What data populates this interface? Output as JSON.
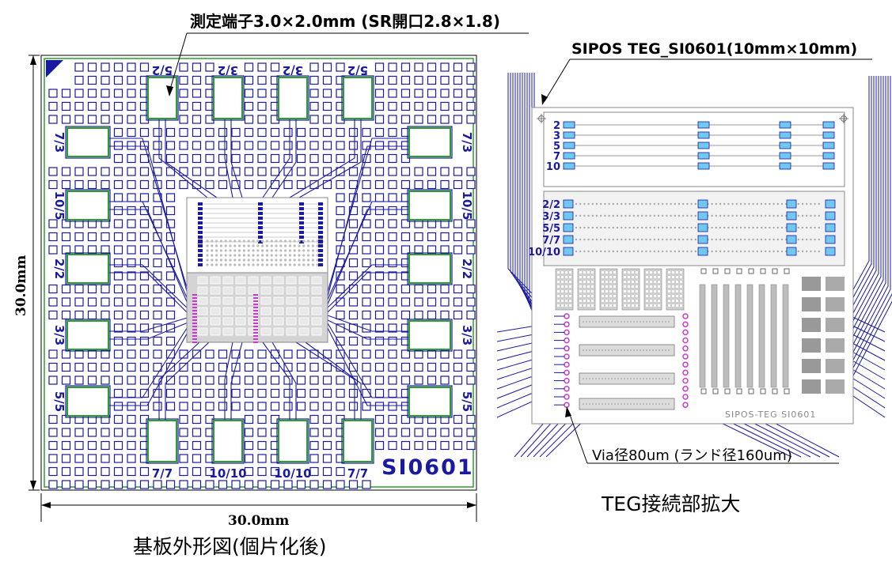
{
  "annotations": {
    "terminal": "測定端子3.0×2.0mm (SR開口2.8×1.8)",
    "teg_title": "SIPOS TEG_SI0601(10mm×10mm)",
    "via": "Via径80um (ランド径160um)",
    "dim_width": "30.0mm",
    "dim_height": "30.0mm",
    "board_logo": "SI0601",
    "teg_logo": "SIPOS-TEG SI0601"
  },
  "captions": {
    "left": "基板外形図(個片化後)",
    "right": "TEG接続部拡大"
  },
  "pads": {
    "top": [
      "5/2",
      "3/2",
      "3/2",
      "5/2"
    ],
    "left": [
      "7/3",
      "10/5",
      "2/2",
      "3/3",
      "5/5"
    ],
    "right": [
      "7/3",
      "10/5",
      "2/2",
      "3/3",
      "5/5"
    ],
    "bottom": [
      "7/7",
      "10/10",
      "10/10",
      "7/7"
    ]
  },
  "teg_rows_upper": [
    "2",
    "3",
    "5",
    "7",
    "10"
  ],
  "teg_rows_lower": [
    "2/2",
    "3/3",
    "5/5",
    "7/7",
    "10/10"
  ],
  "colors": {
    "trace": "#1a1aa0",
    "pad_fill": "#ffffff",
    "pad_border": "#2aa02a",
    "board_outline": "#2aa02a",
    "test_area": "#c8c8c8",
    "via": "#c83cc8"
  }
}
